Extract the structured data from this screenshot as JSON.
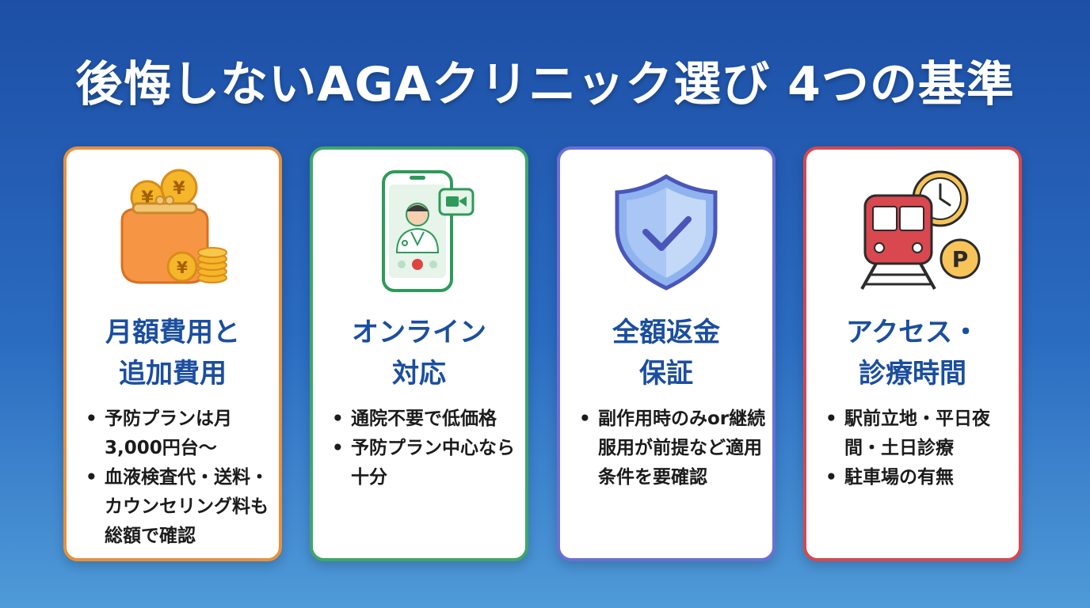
{
  "title": "後悔しないAGAクリニック選び 4つの基準",
  "colors": {
    "card1_border": "#e8913e",
    "card2_border": "#3fa66b",
    "card3_border": "#6b6fd6",
    "card4_border": "#d9474f",
    "heading": "#1b4ea0"
  },
  "cards": [
    {
      "icon": "coin-purse-icon",
      "heading": [
        "月額費用と",
        "追加費用"
      ],
      "bullets": [
        "予防プランは月3,000円台〜",
        "血液検査代・送料・カウンセリング料も総額で確認"
      ]
    },
    {
      "icon": "online-doctor-phone-icon",
      "heading": [
        "オンライン",
        "対応"
      ],
      "bullets": [
        "通院不要で低価格",
        "予防プラン中心なら十分"
      ]
    },
    {
      "icon": "shield-check-icon",
      "heading": [
        "全額返金",
        "保証"
      ],
      "bullets": [
        "副作用時のみor継続服用が前提など適用条件を要確認"
      ]
    },
    {
      "icon": "train-clock-parking-icon",
      "heading": [
        "アクセス・",
        "診療時間"
      ],
      "bullets": [
        "駅前立地・平日夜間・土日診療",
        "駐車場の有無"
      ]
    }
  ]
}
